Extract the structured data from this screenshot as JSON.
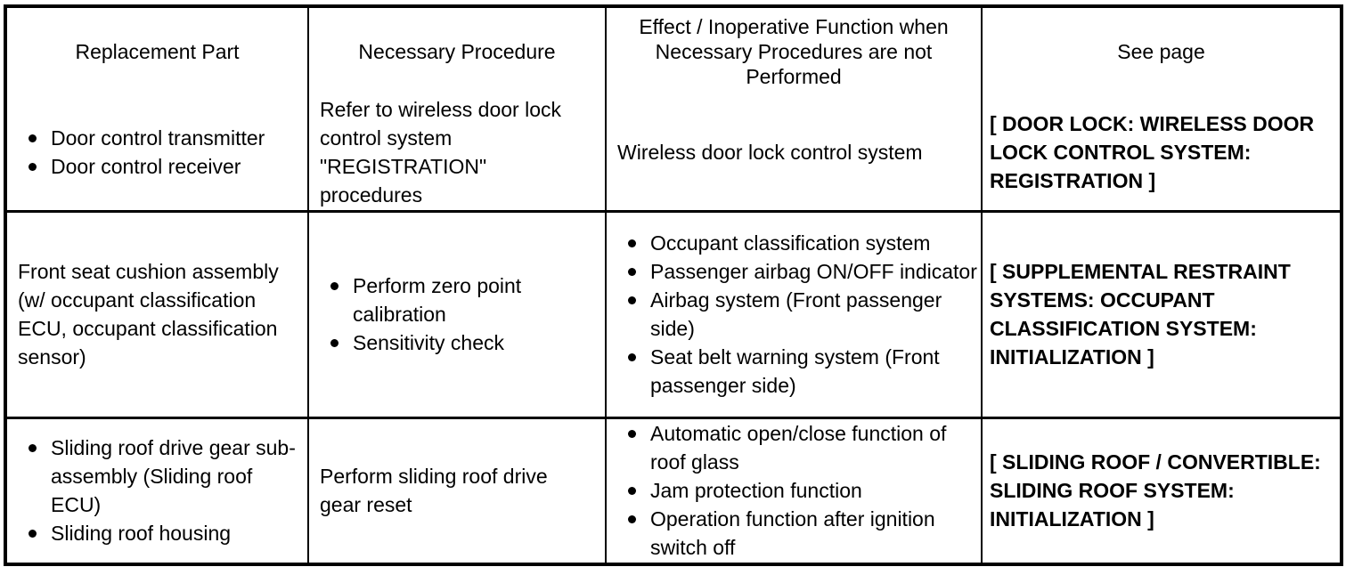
{
  "table": {
    "headers": [
      "Replacement Part",
      "Necessary Procedure",
      "Effect / Inoperative Function when Necessary Procedures are not Performed",
      "See page"
    ],
    "rows": [
      {
        "replacement_part_items": [
          "Door control transmitter",
          "Door control receiver"
        ],
        "necessary_procedure_text": "Refer to wireless door lock control system \"REGISTRATION\" procedures",
        "effect_text": "Wireless door lock control system",
        "see_page_text": "[ DOOR LOCK: WIRELESS DOOR LOCK CONTROL SYSTEM: REGISTRATION ]"
      },
      {
        "replacement_part_text": "Front seat cushion assembly (w/ occupant classification ECU, occupant classification sensor)",
        "necessary_procedure_items": [
          "Perform zero point calibration",
          "Sensitivity check"
        ],
        "effect_items": [
          "Occupant classification system",
          "Passenger airbag ON/OFF indicator",
          "Airbag system (Front passenger side)",
          "Seat belt warning system (Front passenger side)"
        ],
        "see_page_text": "[ SUPPLEMENTAL RESTRAINT SYSTEMS: OCCUPANT CLASSIFICATION SYSTEM: INITIALIZATION ]"
      },
      {
        "replacement_part_items": [
          "Sliding roof drive gear sub-assembly (Sliding roof ECU)",
          "Sliding roof housing"
        ],
        "necessary_procedure_text": "Perform sliding roof drive gear reset",
        "effect_items": [
          "Automatic open/close function of roof glass",
          "Jam protection function",
          "Operation function after ignition switch off"
        ],
        "see_page_text": "[ SLIDING ROOF / CONVERTIBLE: SLIDING ROOF SYSTEM: INITIALIZATION ]"
      }
    ]
  },
  "colors": {
    "border": "#000000",
    "text": "#000000",
    "background": "#ffffff"
  }
}
